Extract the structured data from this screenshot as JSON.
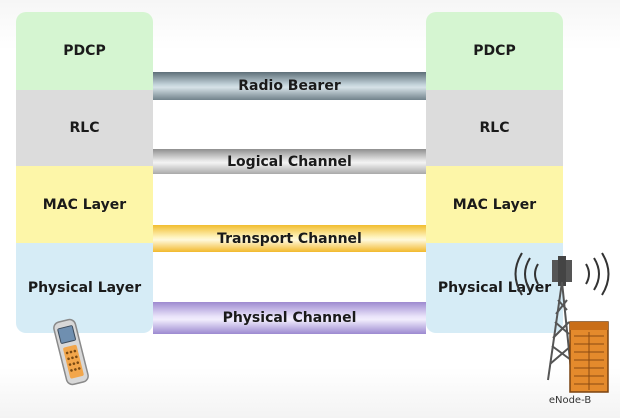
{
  "left_stack": {
    "pdcp": "PDCP",
    "rlc": "RLC",
    "mac": "MAC Layer",
    "physical": "Physical Layer"
  },
  "right_stack": {
    "pdcp": "PDCP",
    "rlc": "RLC",
    "mac": "MAC Layer",
    "physical": "Physical Layer"
  },
  "channels": {
    "radio": "Radio Bearer",
    "logical": "Logical Channel",
    "transport": "Transport Channel",
    "physical": "Physical Channel"
  },
  "enodeb_label": "eNode-B",
  "icons": {
    "ue": "mobile-phone-icon",
    "base_station": "cell-tower-icon"
  },
  "colors": {
    "pdcp": "#d5f5d1",
    "rlc": "#dcdcdc",
    "mac": "#fdf6a8",
    "physical": "#d6ecf6",
    "radio_bearer": "#8fa1aa",
    "logical_channel": "#bdbdbd",
    "transport_channel": "#f4c84a",
    "physical_channel": "#b9aee3"
  }
}
